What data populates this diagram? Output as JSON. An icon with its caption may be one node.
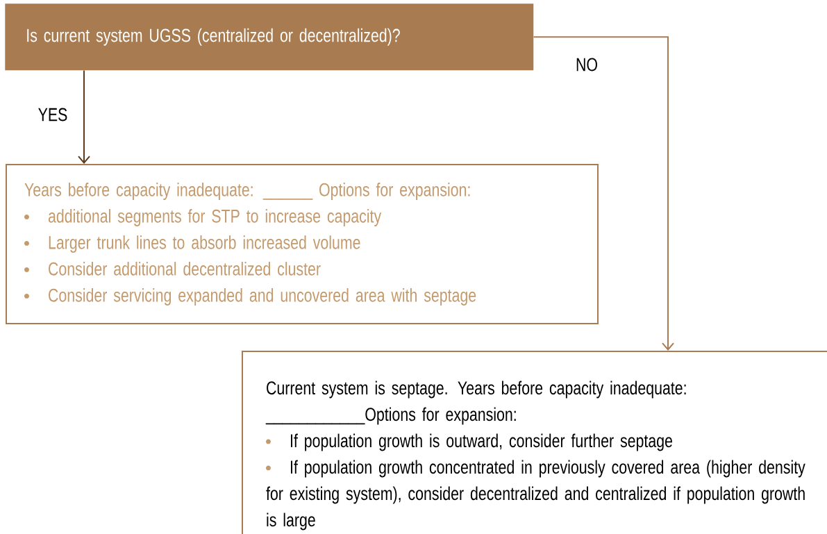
{
  "diagram": {
    "nodes": [
      {
        "text": [
          "Is current system UGSS (centralized or decentralized)?"
        ]
      },
      {
        "text": [
          "Years before capacity inadequate: ______ Options for expansion:",
          "additional segments for STP to increase capacity",
          "Larger trunk lines to absorb increased volume",
          "Consider additional decentralized cluster",
          "Consider servicing expanded and uncovered area with septage"
        ]
      },
      {
        "text": [
          "Current system is septage. Years before capacity inadequate: ____________Options for expansion:",
          "If population growth is outward, consider further septage",
          "If population growth concentrated in previously covered area (higher density for existing system), consider decentralized and centralized if population growth is large"
        ]
      }
    ],
    "edges": [
      {
        "from": 0,
        "to": 1,
        "arrow": "to",
        "label": "YES",
        "color": "#5c3a1e"
      },
      {
        "from": 0,
        "to": 2,
        "arrow": "to",
        "label": "NO",
        "color": "#a87c50"
      }
    ]
  }
}
